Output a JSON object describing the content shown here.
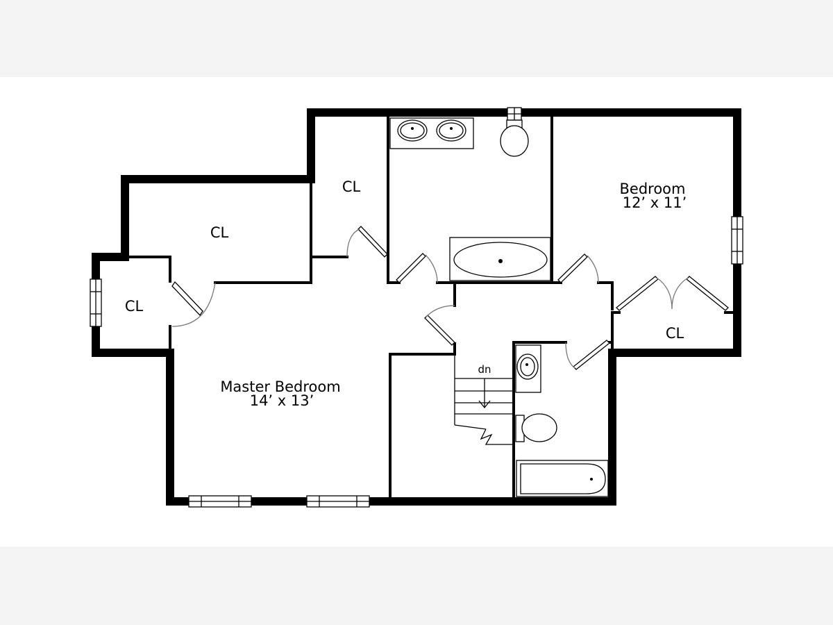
{
  "rooms": {
    "master_bedroom": {
      "name": "Master Bedroom",
      "size": "14’ x 13’"
    },
    "bedroom": {
      "name": "Bedroom",
      "size": "12’ x 11’"
    },
    "closet_upper_left": {
      "name": "CL"
    },
    "closet_top_center": {
      "name": "CL"
    },
    "closet_far_left": {
      "name": "CL"
    },
    "closet_bottom_right": {
      "name": "CL"
    }
  },
  "stairs": {
    "direction_label": "dn"
  },
  "colors": {
    "wall": "#000000",
    "background": "#ffffff",
    "band": "#f4f4f4",
    "door_swing": "#777777"
  }
}
